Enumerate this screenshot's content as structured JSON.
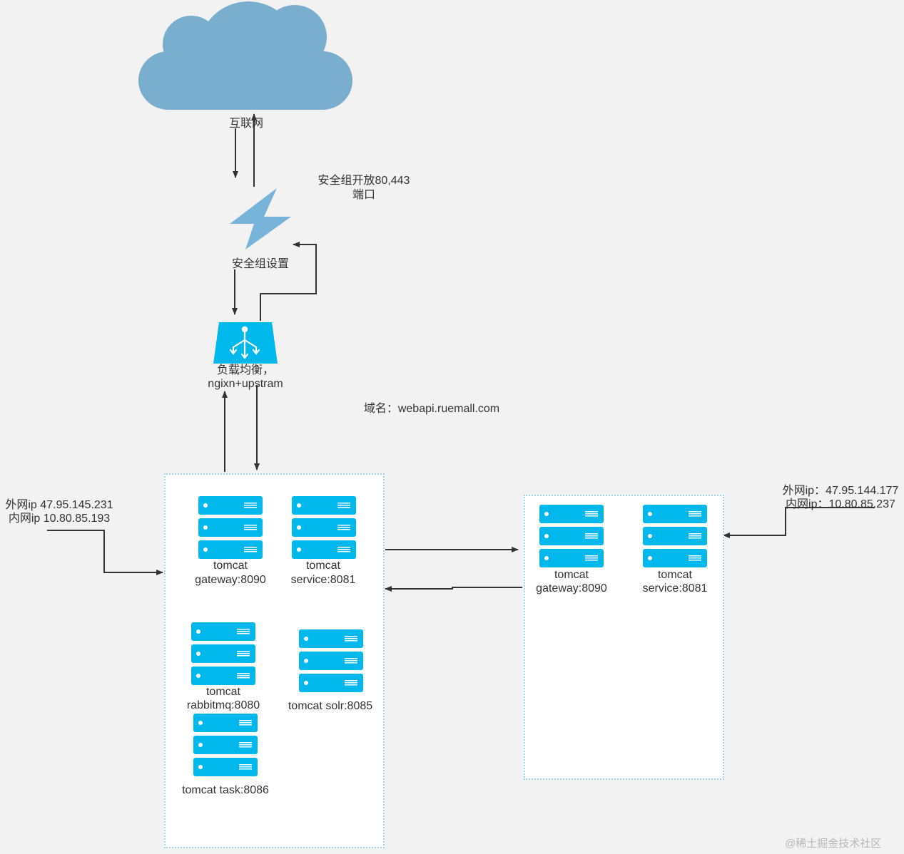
{
  "internet_label": "互联网",
  "security_group_label": "安全组设置",
  "security_note_line1": "安全组开放80,443",
  "security_note_line2": "端口",
  "lb_line1": "负载均衡，",
  "lb_line2": "ngixn+upstram",
  "domain_label": "域名：webapi.ruemall.com",
  "server1": {
    "ip_external": "外网ip  47.95.145.231",
    "ip_internal": "内网ip 10.80.85.193",
    "nodes": [
      {
        "line1": "tomcat",
        "line2": "gateway:8090"
      },
      {
        "line1": "tomcat",
        "line2": "service:8081"
      },
      {
        "line1": "tomcat",
        "line2": "rabbitmq:8080"
      },
      {
        "line1": "tomcat solr:8085",
        "line2": ""
      },
      {
        "line1": "tomcat task:8086",
        "line2": ""
      }
    ]
  },
  "server2": {
    "ip_external": "外网ip：47.95.144.177",
    "ip_internal": "内网ip：10.80.85.237",
    "nodes": [
      {
        "line1": "tomcat",
        "line2": "gateway:8090"
      },
      {
        "line1": "tomcat",
        "line2": "service:8081"
      }
    ]
  },
  "watermark": "@稀土掘金技术社区",
  "colors": {
    "cloud": "#79aecf",
    "bolt": "#78b3d9",
    "server": "#00b8ec",
    "lb": "#00b8ec",
    "box_border": "#9fd3ee",
    "arrow": "#333333"
  }
}
